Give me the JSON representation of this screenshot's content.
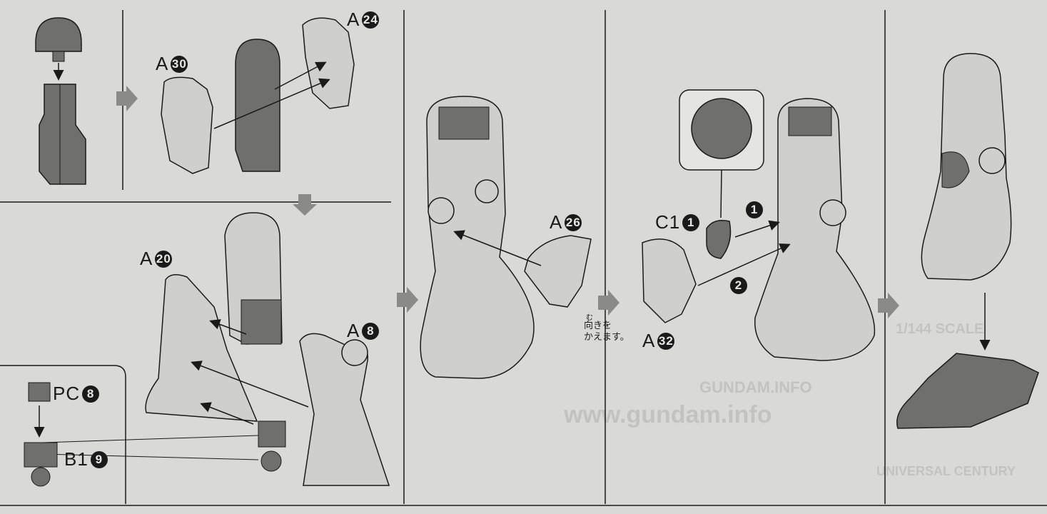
{
  "parts": {
    "a30": {
      "letter": "A",
      "num": "30"
    },
    "a24": {
      "letter": "A",
      "num": "24"
    },
    "a20": {
      "letter": "A",
      "num": "20"
    },
    "a8": {
      "letter": "A",
      "num": "8"
    },
    "a26": {
      "letter": "A",
      "num": "26"
    },
    "c1": {
      "letter": "C1",
      "num": "1"
    },
    "a32": {
      "letter": "A",
      "num": "32"
    },
    "pc8": {
      "letter": "PC",
      "num": "8"
    },
    "b19": {
      "letter": "B1",
      "num": "9"
    }
  },
  "steps": {
    "one": "1",
    "two": "2"
  },
  "note": {
    "furigana": "む",
    "line1": "向きを",
    "line2": "かえます。"
  },
  "watermark": {
    "brand": "GUNDAM.INFO",
    "url": "www.gundam.info",
    "text2": "UNIVERSAL CENTURY",
    "frame": "1/144 SCALE"
  },
  "colors": {
    "paper": "#d9d9d6",
    "part_light": "#cfcfcc",
    "part_dark": "#6f6f6c",
    "ink": "#1a1a1a",
    "arrow": "#8a8a88"
  }
}
